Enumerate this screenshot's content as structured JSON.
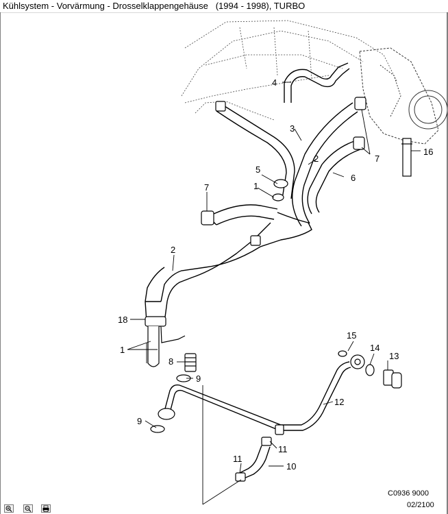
{
  "window": {
    "title": "Kühlsystem - Vorvärmung - Drosselklappengehäuse   (1994 - 1998), TURBO"
  },
  "diagram": {
    "part_labels": [
      "1",
      "2",
      "3",
      "4",
      "5",
      "6",
      "7",
      "8",
      "9",
      "10",
      "11",
      "12",
      "13",
      "14",
      "15",
      "16",
      "18"
    ],
    "drawing_code": "C0936 9000",
    "drawing_date": "02/2100"
  },
  "toolbar": {
    "buttons": [
      {
        "name": "zoom-in-icon"
      },
      {
        "name": "zoom-out-icon"
      },
      {
        "name": "print-icon"
      }
    ]
  },
  "colors": {
    "line": "#000000",
    "hose_fill": "#ffffff",
    "background": "#ffffff"
  }
}
